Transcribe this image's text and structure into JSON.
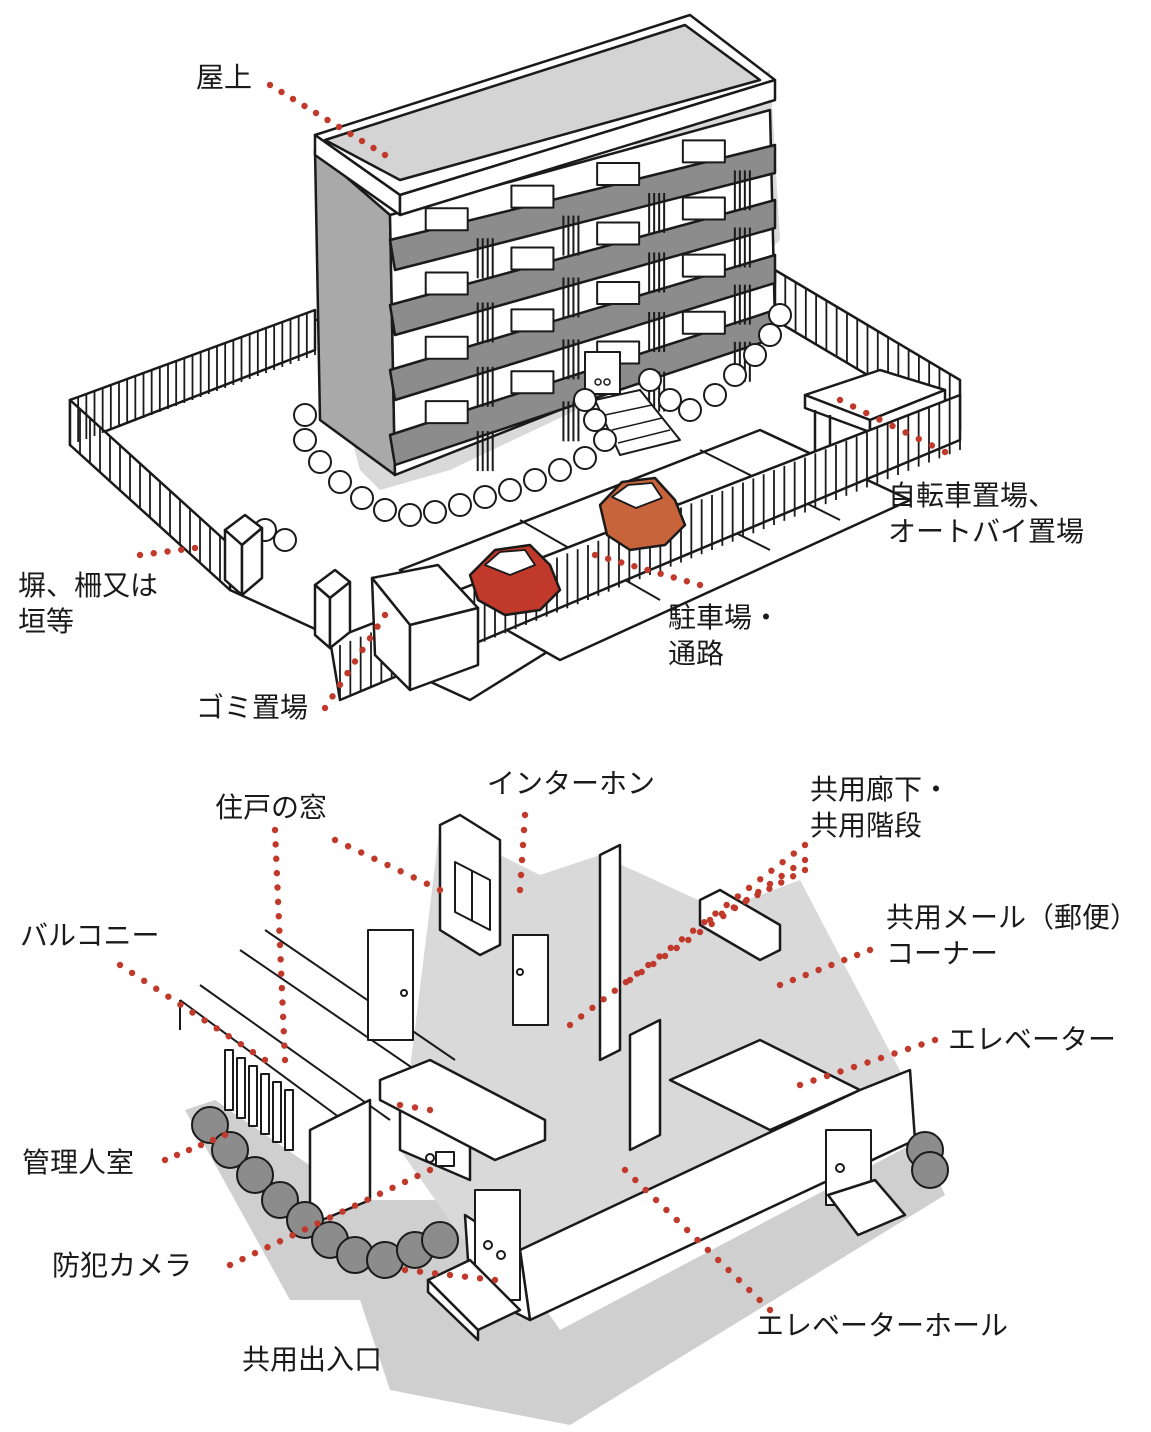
{
  "colors": {
    "accent_dot": "#c0392b",
    "building_wall": "#a9a9a9",
    "building_band": "#8c8c8c",
    "roof": "#d4d4d4",
    "ground_shadow": "#cfcfcf",
    "car_red": "#c0392b",
    "car_orange": "#c8643c",
    "line": "#1a1a1a"
  },
  "labels": {
    "rooftop": "屋上",
    "bicycle_parking_1": "自転車置場、",
    "bicycle_parking_2": "オートバイ置場",
    "wall_fence_1": "塀、柵又は",
    "wall_fence_2": "垣等",
    "parking_1": "駐車場・",
    "parking_2": "通路",
    "garbage": "ゴミ置場",
    "window": "住戸の窓",
    "intercom": "インターホン",
    "corridor_1": "共用廊下・",
    "corridor_2": "共用階段",
    "balcony": "バルコニー",
    "mailbox_1": "共用メール（郵便）",
    "mailbox_2": "コーナー",
    "elevator": "エレベーター",
    "manager_room": "管理人室",
    "camera": "防犯カメラ",
    "entrance": "共用出入口",
    "elevator_hall": "エレベーターホール"
  },
  "icons": [
    "building-illustration",
    "floor-plan-illustration",
    "car-icon",
    "shrub-icon",
    "camera-icon"
  ]
}
